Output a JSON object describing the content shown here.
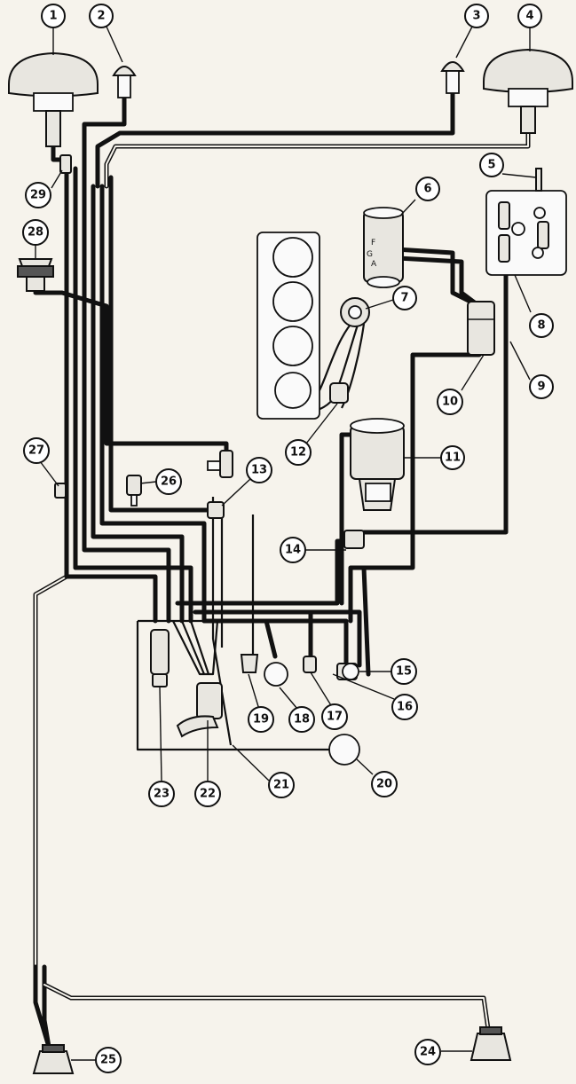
{
  "callouts": [
    {
      "n": "1"
    },
    {
      "n": "2"
    },
    {
      "n": "3"
    },
    {
      "n": "4"
    },
    {
      "n": "5"
    },
    {
      "n": "6"
    },
    {
      "n": "7"
    },
    {
      "n": "8"
    },
    {
      "n": "9"
    },
    {
      "n": "10"
    },
    {
      "n": "11"
    },
    {
      "n": "12"
    },
    {
      "n": "13"
    },
    {
      "n": "14"
    },
    {
      "n": "15"
    },
    {
      "n": "16"
    },
    {
      "n": "17"
    },
    {
      "n": "18"
    },
    {
      "n": "19"
    },
    {
      "n": "20"
    },
    {
      "n": "21"
    },
    {
      "n": "22"
    },
    {
      "n": "23"
    },
    {
      "n": "24"
    },
    {
      "n": "25"
    },
    {
      "n": "26"
    },
    {
      "n": "27"
    },
    {
      "n": "28"
    },
    {
      "n": "29"
    }
  ],
  "generator_pins": {
    "f": "F",
    "g": "G",
    "a": "A"
  },
  "colors": {
    "background": "#f6f3ec",
    "ink": "#111111",
    "component_fill": "#e8e6e0"
  }
}
